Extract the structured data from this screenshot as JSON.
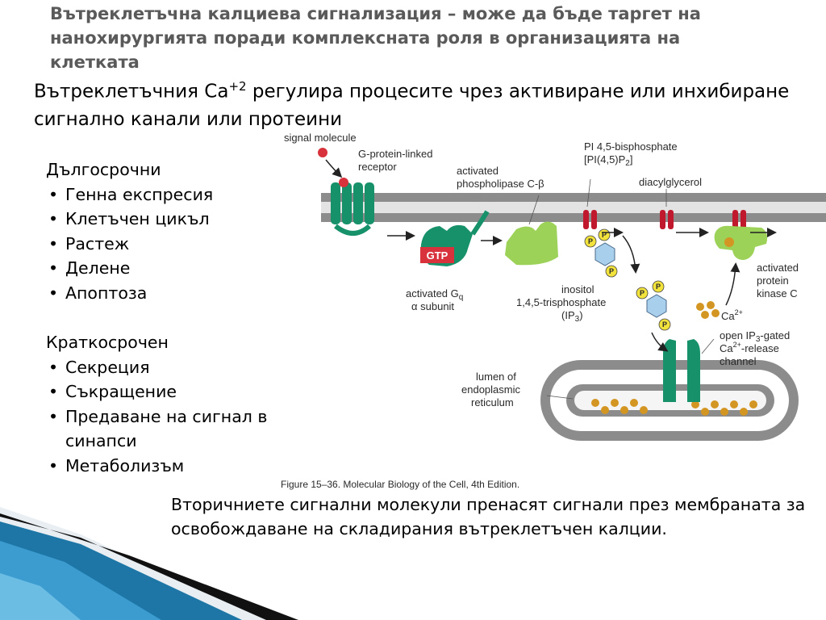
{
  "slide": {
    "title": "Вътреклетъчна калциева сигнализация – може да бъде таргет на нанохирургията поради комплексната роля в организацията на клетката",
    "subtitle_part1": "Вътреклетъчния Ca",
    "subtitle_sup": "+2",
    "subtitle_part2": " регулира процесите чрез активиране или инхибиране сигнално канали или протеини"
  },
  "long_term": {
    "heading": "Дългосрочни",
    "items": [
      "Генна експресия",
      "Клетъчен цикъл",
      "Растеж",
      "Делене",
      "Апоптоза"
    ]
  },
  "short_term": {
    "heading": "Краткосрочен",
    "items": [
      "Секреция",
      "Съкращение",
      "Предаване на сигнал в синапси",
      "Метаболизъм"
    ]
  },
  "footer_text": "Вторичниете  сигнални молекули пренасят сигнали през мембраната за освобождаване на складирания вътреклетъчен калции.",
  "figure": {
    "caption": "Figure 15–36. Molecular Biology of the Cell, 4th Edition.",
    "labels": {
      "signal_molecule": "signal molecule",
      "receptor_1": "G-protein-linked",
      "receptor_2": "receptor",
      "plc_1": "activated",
      "plc_2": "phospholipase C-β",
      "pip2_1": "PI 4,5-bisphosphate",
      "pip2_2": "[PI(4,5)P",
      "pip2_sub": "2",
      "pip2_close": "]",
      "dag": "diacylglycerol",
      "gtp": "GTP",
      "gq_1": "activated G",
      "gq_sub": "q",
      "gq_2": "α subunit",
      "ip3_1": "inositol",
      "ip3_2": "1,4,5-trisphosphate",
      "ip3_3": "(IP",
      "ip3_sub": "3",
      "ip3_close": ")",
      "pkc_1": "activated",
      "pkc_2": "protein",
      "pkc_3": "kinase C",
      "ca": "Ca",
      "ca_sup": "2+",
      "channel_1a": "open IP",
      "channel_1sub": "3",
      "channel_1b": "-gated",
      "channel_2a": "Ca",
      "channel_2sup": "2+",
      "channel_2b": "-release",
      "channel_3": "channel",
      "er_1": "lumen of",
      "er_2": "endoplasmic",
      "er_3": "reticulum",
      "phosphate": "P"
    },
    "colors": {
      "membrane": "#8c8c8c",
      "membrane_inner": "#e3e3e3",
      "receptor": "#16916a",
      "plc": "#9cd257",
      "gtp": "#d8323c",
      "pip2_head": "#c0182c",
      "phosphate": "#f2e23c",
      "inositol": "#a8d0ec",
      "calcium": "#d49622"
    }
  }
}
